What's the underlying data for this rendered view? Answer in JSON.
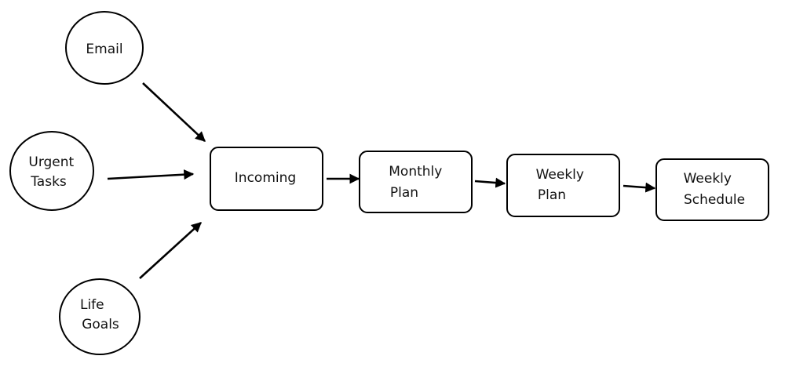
{
  "nodes": {
    "email": {
      "lines": [
        "Email"
      ]
    },
    "urgent_tasks": {
      "lines": [
        "Urgent",
        "Tasks"
      ]
    },
    "life_goals": {
      "lines": [
        "Life",
        "Goals"
      ]
    },
    "incoming": {
      "lines": [
        "Incoming"
      ]
    },
    "monthly_plan": {
      "lines": [
        "Monthly",
        "Plan"
      ]
    },
    "weekly_plan": {
      "lines": [
        "Weekly",
        "Plan"
      ]
    },
    "weekly_schedule": {
      "lines": [
        "Weekly",
        "Schedule"
      ]
    }
  },
  "edges": [
    {
      "from": "Email",
      "to": "Incoming"
    },
    {
      "from": "Urgent Tasks",
      "to": "Incoming"
    },
    {
      "from": "Life Goals",
      "to": "Incoming"
    },
    {
      "from": "Incoming",
      "to": "Monthly Plan"
    },
    {
      "from": "Monthly Plan",
      "to": "Weekly Plan"
    },
    {
      "from": "Weekly Plan",
      "to": "Weekly Schedule"
    }
  ],
  "colors": {
    "stroke": "#000000",
    "text": "#111111",
    "background": "#ffffff"
  }
}
